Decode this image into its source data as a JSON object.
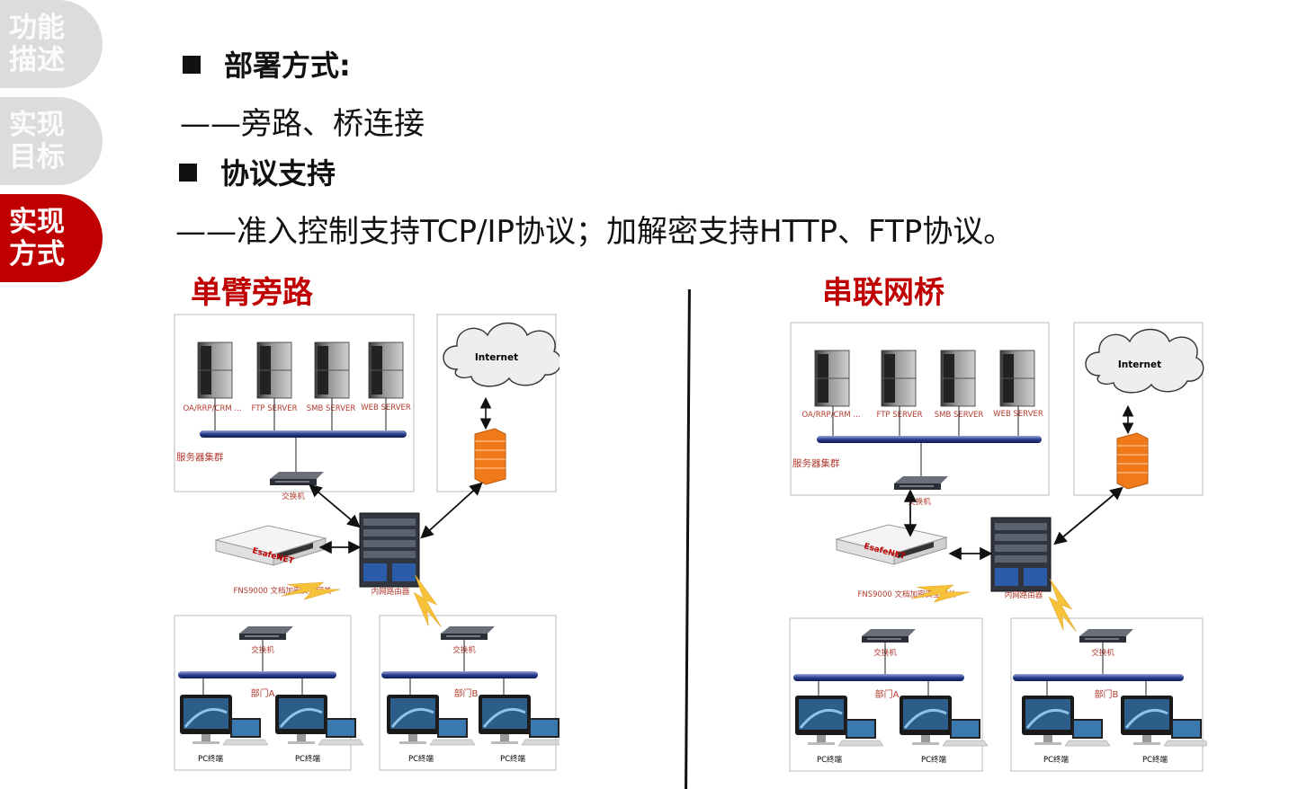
{
  "sidebar": {
    "tabs": [
      {
        "line1": "功能",
        "line2": "描述",
        "active": false
      },
      {
        "line1": "实现",
        "line2": "目标",
        "active": false
      },
      {
        "line1": "实现",
        "line2": "方式",
        "active": true
      }
    ]
  },
  "content": {
    "deploy_heading": "部署方式:",
    "deploy_text": "——旁路、桥连接",
    "protocol_heading": "协议支持",
    "protocol_text": "——准入控制支持TCP/IP协议；加解密支持HTTP、FTP协议。"
  },
  "diagrams": [
    {
      "title": "单臂旁路",
      "servers": [
        "OA/RRP/CRM ...",
        "FTP SERVER",
        "SMB SERVER",
        "WEB SERVER"
      ],
      "cluster_label": "服务器集群",
      "switch_label": "交换机",
      "internet_label": "Internet",
      "gateway_brand": "EsafeNET",
      "gateway_label": "FNS9000 文档加密安全网关",
      "router_label": "内网路由器",
      "departments": [
        {
          "switch": "交换机",
          "name": "部门A",
          "pcs": [
            "PC终端",
            "PC终端"
          ]
        },
        {
          "switch": "交换机",
          "name": "部门B",
          "pcs": [
            "PC终端",
            "PC终端"
          ]
        }
      ]
    },
    {
      "title": "串联网桥",
      "servers": [
        "OA/RRP/CRM ...",
        "FTP SERVER",
        "SMB SERVER",
        "WEB SERVER"
      ],
      "cluster_label": "服务器集群",
      "switch_label": "交换机",
      "internet_label": "Internet",
      "gateway_brand": "EsafeNET",
      "gateway_label": "FNS9000 文档加密安全网关",
      "router_label": "内网路由器",
      "departments": [
        {
          "switch": "交换机",
          "name": "部门A",
          "pcs": [
            "PC终端",
            "PC终端"
          ]
        },
        {
          "switch": "交换机",
          "name": "部门B",
          "pcs": [
            "PC终端",
            "PC终端"
          ]
        }
      ]
    }
  ],
  "colors": {
    "accent": "#c00000",
    "tab_inactive": "#dcdcdc",
    "firewall": "#f07a1a",
    "label_red": "#b33a2e"
  }
}
